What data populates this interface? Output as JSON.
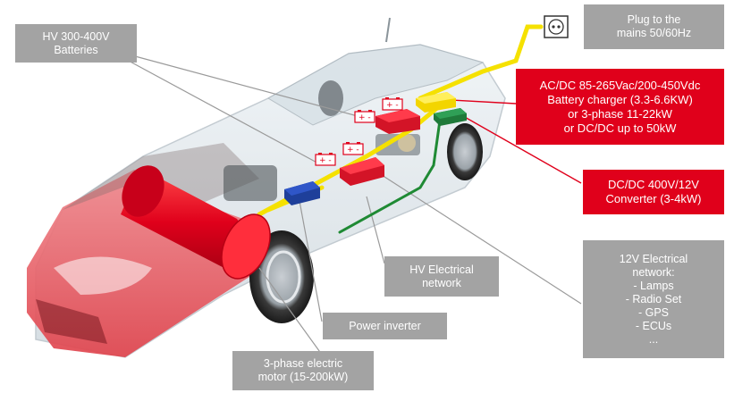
{
  "labels": {
    "hv_batteries": [
      "HV 300-400V",
      "Batteries"
    ],
    "plug": [
      "Plug to the",
      "mains 50/60Hz"
    ],
    "charger": [
      "AC/DC 85-265Vac/200-450Vdc",
      "Battery charger (3.3-6.6KW)",
      "or 3-phase 11-22kW",
      "or DC/DC up to 50kW"
    ],
    "dcdc": [
      "DC/DC 400V/12V",
      "Converter (3-4kW)"
    ],
    "lv_network": [
      "12V Electrical",
      "network:",
      "- Lamps",
      "- Radio Set",
      "- GPS",
      "- ECUs",
      "..."
    ],
    "hv_network": [
      "HV Electrical",
      "network"
    ],
    "inverter": [
      "Power inverter"
    ],
    "motor": [
      "3-phase electric",
      "motor (15-200kW)"
    ]
  },
  "colors": {
    "callout_gray": "#a3a3a3",
    "callout_red": "#e0001b",
    "hv_cable": "#f5e100",
    "lv_cable": "#1f8a34",
    "inverter": "#1e3f9a",
    "dcdc_module": "#1f7a3a",
    "motor": "#e0001b"
  },
  "icons": [
    "battery-icon",
    "power-socket-icon"
  ]
}
